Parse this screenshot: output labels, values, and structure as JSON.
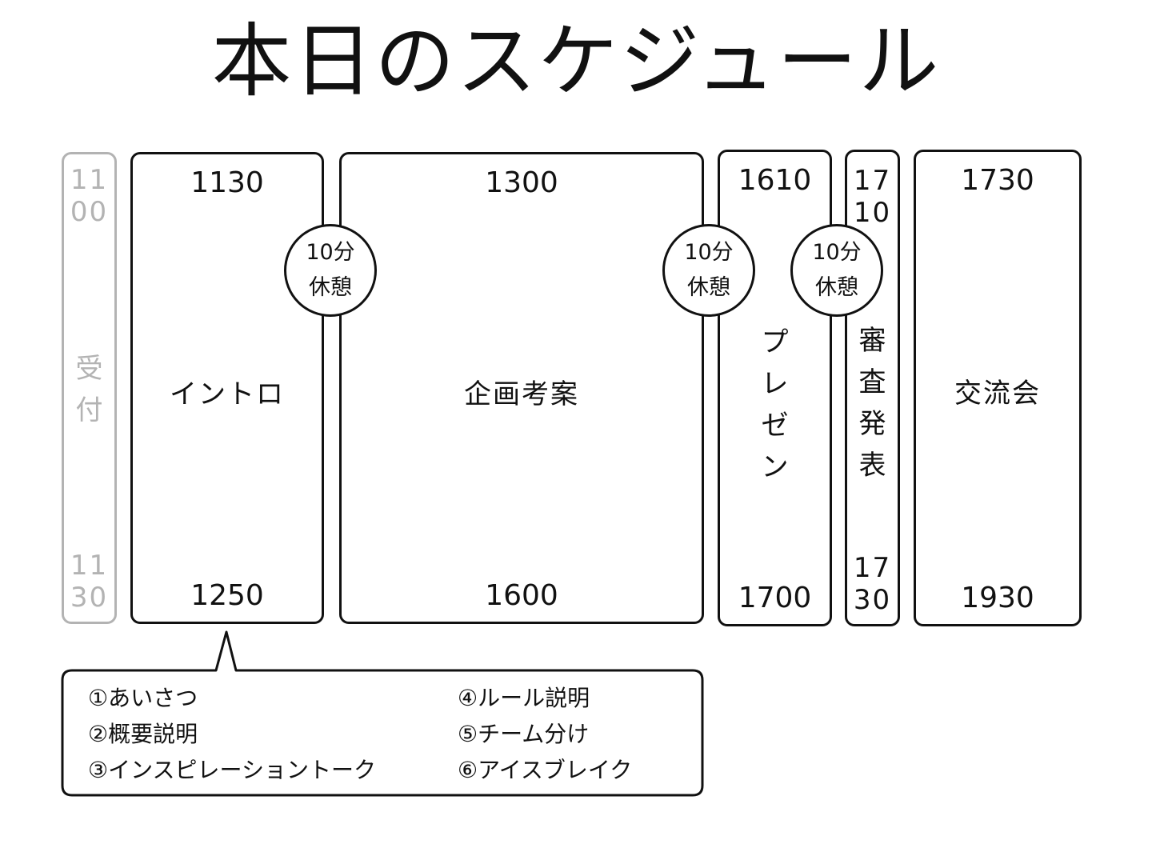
{
  "title": "本日のスケジュール",
  "blocks": {
    "reception": {
      "start": "11\n00",
      "label": "受\n付",
      "end": "11\n30"
    },
    "intro": {
      "start": "1130",
      "label": "イントロ",
      "end": "1250"
    },
    "planning": {
      "start": "1300",
      "label": "企画考案",
      "end": "1600"
    },
    "presentation": {
      "start": "1610",
      "label": "プ\nレ\nゼ\nン",
      "end": "1700"
    },
    "judging": {
      "start": "17\n10",
      "label": "審\n査\n発\n表",
      "end": "17\n30"
    },
    "networking": {
      "start": "1730",
      "label": "交流会",
      "end": "1930"
    }
  },
  "break_label": "10分\n休憩",
  "intro_details": {
    "left": [
      "①あいさつ",
      "②概要説明",
      "③インスピレーショントーク"
    ],
    "right": [
      "④ルール説明",
      "⑤チーム分け",
      "⑥アイスブレイク"
    ]
  },
  "colors": {
    "line": "#111111",
    "muted": "#b3b3b3",
    "background": "#ffffff"
  }
}
